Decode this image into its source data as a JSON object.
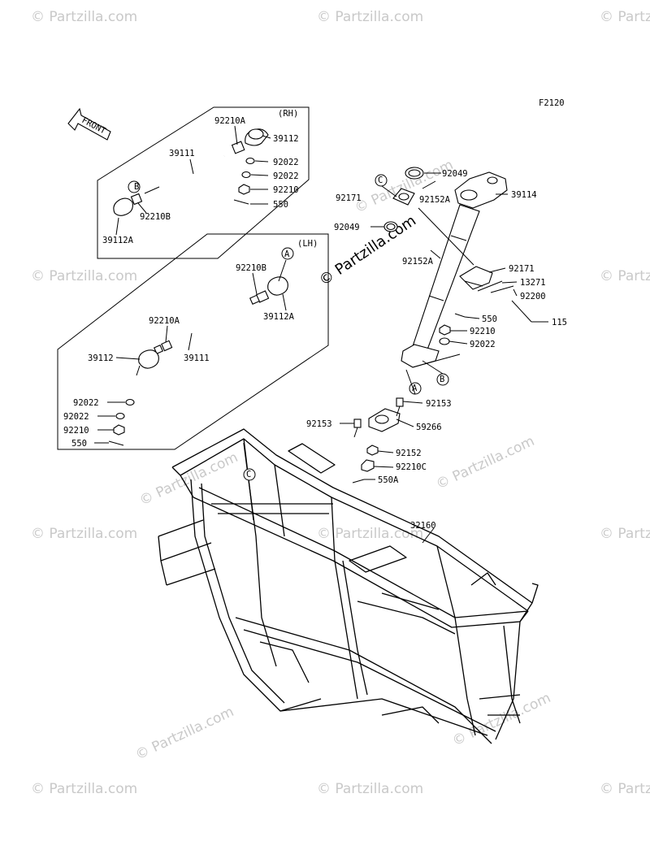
{
  "diagram": {
    "figure_code": "F2120",
    "front_label": "FRONT",
    "rh_label": "(RH)",
    "lh_label": "(LH)",
    "watermark": "© Partzilla.com",
    "callouts": {
      "a": "A",
      "b": "B",
      "c": "C"
    },
    "parts": [
      {
        "id": "rh-92210A",
        "text": "92210A"
      },
      {
        "id": "rh-39112",
        "text": "39112"
      },
      {
        "id": "rh-39111",
        "text": "39111"
      },
      {
        "id": "rh-92022-a",
        "text": "92022"
      },
      {
        "id": "rh-92022-b",
        "text": "92022"
      },
      {
        "id": "rh-92210",
        "text": "92210"
      },
      {
        "id": "rh-550",
        "text": "550"
      },
      {
        "id": "rh-92210B",
        "text": "92210B"
      },
      {
        "id": "rh-39112A",
        "text": "39112A"
      },
      {
        "id": "lh-92210B",
        "text": "92210B"
      },
      {
        "id": "lh-39112A",
        "text": "39112A"
      },
      {
        "id": "lh-92210A",
        "text": "92210A"
      },
      {
        "id": "lh-39112",
        "text": "39112"
      },
      {
        "id": "lh-39111",
        "text": "39111"
      },
      {
        "id": "lh-92022-a",
        "text": "92022"
      },
      {
        "id": "lh-92022-b",
        "text": "92022"
      },
      {
        "id": "lh-92210",
        "text": "92210"
      },
      {
        "id": "lh-550",
        "text": "550"
      },
      {
        "id": "st-92049-top",
        "text": "92049"
      },
      {
        "id": "st-92171-left",
        "text": "92171"
      },
      {
        "id": "st-92152A-top",
        "text": "92152A"
      },
      {
        "id": "st-39114",
        "text": "39114"
      },
      {
        "id": "st-92049-left",
        "text": "92049"
      },
      {
        "id": "st-92152A-mid",
        "text": "92152A"
      },
      {
        "id": "st-92171-right",
        "text": "92171"
      },
      {
        "id": "st-13271",
        "text": "13271"
      },
      {
        "id": "st-92200",
        "text": "92200"
      },
      {
        "id": "st-550",
        "text": "550"
      },
      {
        "id": "st-115",
        "text": "115"
      },
      {
        "id": "st-92210",
        "text": "92210"
      },
      {
        "id": "st-92022",
        "text": "92022"
      },
      {
        "id": "st-92153-right",
        "text": "92153"
      },
      {
        "id": "st-92153-left",
        "text": "92153"
      },
      {
        "id": "st-59266",
        "text": "59266"
      },
      {
        "id": "st-92152",
        "text": "92152"
      },
      {
        "id": "st-92210C",
        "text": "92210C"
      },
      {
        "id": "st-550A",
        "text": "550A"
      },
      {
        "id": "fr-32160",
        "text": "32160"
      }
    ]
  }
}
